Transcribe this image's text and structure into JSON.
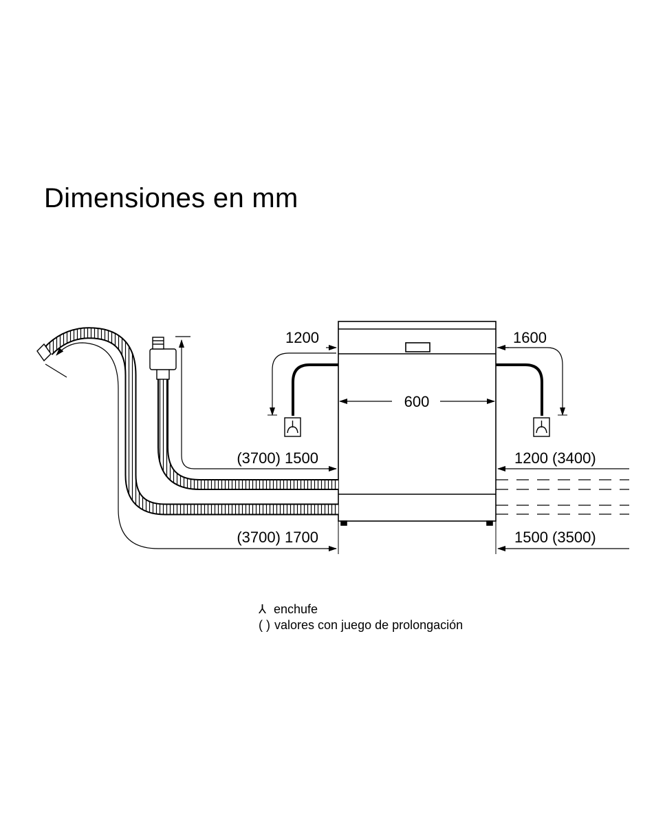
{
  "title": "Dimensiones en mm",
  "dimensions": {
    "top_left": "1200",
    "top_right": "1600",
    "width": "600",
    "mid_left": "(3700) 1500",
    "mid_right": "1200 (3400)",
    "bottom_left": "(3700) 1700",
    "bottom_right": "1500 (3500)"
  },
  "legend": {
    "plug_symbol": "⅄",
    "plug_label": "enchufe",
    "parens_symbol": "( )",
    "parens_label": "valores con juego de prolongación"
  },
  "icons": [
    "plug-socket-icon",
    "arrow-icon",
    "hose"
  ],
  "colors": {
    "line": "#000000",
    "background": "#ffffff"
  }
}
